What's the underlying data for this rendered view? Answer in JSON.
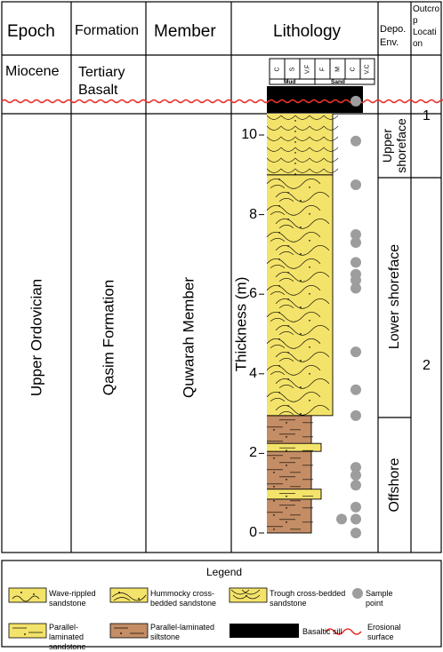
{
  "headers": {
    "epoch": "Epoch",
    "formation": "Formation",
    "member": "Member",
    "lithology": "Lithology",
    "depo_env": "Depo. Env.",
    "outcrop_location": "Outcrop Location"
  },
  "grain_scale": {
    "columns": [
      "C",
      "S",
      "V.F",
      "F",
      "M",
      "C",
      "V.C"
    ],
    "groups": [
      "Mud",
      "Sand"
    ]
  },
  "top_row": {
    "epoch": "Miocene",
    "formation": "Tertiary Basalt"
  },
  "main_row": {
    "epoch": "Upper Ordovician",
    "formation": "Qasim Formation",
    "member": "Quwarah Member"
  },
  "axis": {
    "label": "Thickness (m)",
    "ticks": [
      0,
      2,
      4,
      6,
      8,
      10
    ]
  },
  "environments": [
    {
      "label": "Upper shoreface"
    },
    {
      "label": "Lower shoreface"
    },
    {
      "label": "Offshore"
    }
  ],
  "outcrops": [
    {
      "label": "1"
    },
    {
      "label": "2"
    }
  ],
  "layers": [
    {
      "lithology": "Parallel-laminated siltstone",
      "bottom": 0,
      "top": 2.95
    },
    {
      "lithology": "Parallel-laminated sandstone",
      "bottom": 0.85,
      "top": 1.1
    },
    {
      "lithology": "Parallel-laminated sandstone",
      "bottom": 2.05,
      "top": 2.25
    },
    {
      "lithology": "Hummocky cross-bedded sandstone",
      "bottom": 2.95,
      "top": 9.0
    },
    {
      "lithology": "Trough cross-bedded sandstone",
      "bottom": 9.0,
      "top": 10.85
    }
  ],
  "sample_points_m": [
    0.0,
    0.35,
    0.35,
    0.65,
    1.2,
    1.45,
    1.65,
    2.95,
    3.6,
    4.55,
    6.15,
    6.35,
    6.5,
    6.8,
    7.3,
    7.5,
    8.75,
    9.85,
    10.85
  ],
  "legend": {
    "title": "Legend",
    "items": [
      {
        "key": "wave",
        "label": "Wave-rippled sandstone"
      },
      {
        "key": "hummocky",
        "label": "Hummocky cross-bedded sandstone"
      },
      {
        "key": "trough",
        "label": "Trough cross-bedded sandstone"
      },
      {
        "key": "sample",
        "label": "Sample point"
      },
      {
        "key": "plam_sand",
        "label": "Parallel-laminated sandstone"
      },
      {
        "key": "plam_silt",
        "label": "Parallel-laminated siltstone"
      },
      {
        "key": "basalt",
        "label": "Basaltic sill"
      },
      {
        "key": "erosion",
        "label": "Erosional surface"
      }
    ]
  },
  "colors": {
    "sand": "#f4e36a",
    "silt": "#c48d65",
    "basalt": "#000000",
    "sample": "#9d9d9e",
    "erosion": "#e8322d"
  }
}
